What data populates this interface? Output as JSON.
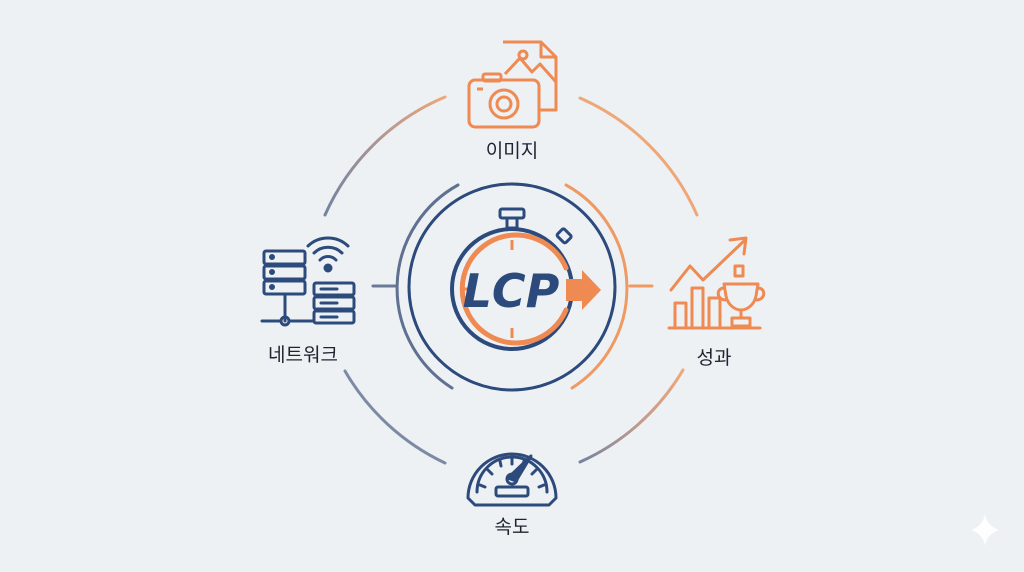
{
  "center": {
    "text": "LCP"
  },
  "nodes": {
    "image": {
      "label": "이미지",
      "icon": "camera-photo-icon"
    },
    "network": {
      "label": "네트워크",
      "icon": "server-wifi-icon"
    },
    "performance": {
      "label": "성과",
      "icon": "growth-chart-trophy-icon"
    },
    "speed": {
      "label": "속도",
      "icon": "speedometer-icon"
    }
  },
  "colors": {
    "navy": "#2c4a7c",
    "orange": "#ee8a52",
    "background": "#edf1f4"
  }
}
